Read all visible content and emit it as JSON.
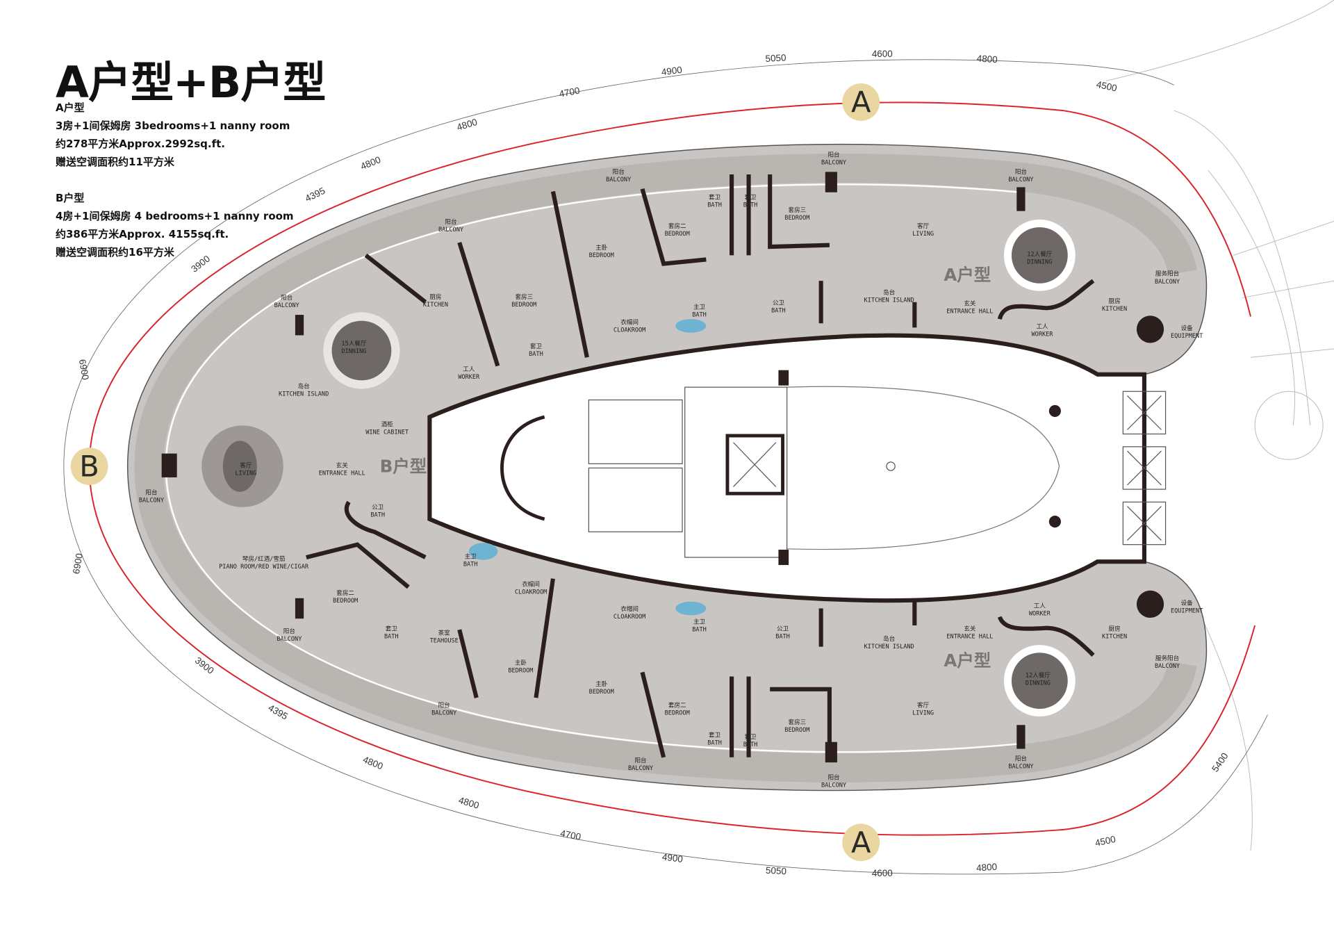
{
  "title": "A户型+B户型",
  "unit_a": {
    "heading": "A户型",
    "rooms": "3房+1间保姆房 3bedrooms+1 nanny room",
    "area": "约278平方米Approx.2992sq.ft.",
    "bonus": "赠送空调面积约11平方米"
  },
  "unit_b": {
    "heading": "B户型",
    "rooms": "4房+1间保姆房 4 bedrooms+1 nanny room",
    "area": "约386平方米Approx. 4155sq.ft.",
    "bonus": "赠送空调面积约16平方米"
  },
  "markers": [
    "A",
    "A",
    "B"
  ],
  "unit_tags": [
    "A户型",
    "B户型",
    "A户型"
  ],
  "dimensions": [
    "4395",
    "4800",
    "4800",
    "4700",
    "4900",
    "5050",
    "4600",
    "4800",
    "4500",
    "3900",
    "6900",
    "6900",
    "3900",
    "4395",
    "4800",
    "4800",
    "4700",
    "4900",
    "5050",
    "4600",
    "4800",
    "4500",
    "5400"
  ],
  "rooms": [
    {
      "cn": "阳台",
      "en": "BALCONY"
    },
    {
      "cn": "阳台",
      "en": "BALCONY"
    },
    {
      "cn": "阳台",
      "en": "BALCONY"
    },
    {
      "cn": "阳台",
      "en": "BALCONY"
    },
    {
      "cn": "阳台",
      "en": "BALCONY"
    },
    {
      "cn": "客厅",
      "en": "LIVING"
    },
    {
      "cn": "12人餐厅",
      "en": "DINNING"
    },
    {
      "cn": "服务阳台",
      "en": "BALCONY"
    },
    {
      "cn": "岛台",
      "en": "KITCHEN ISLAND"
    },
    {
      "cn": "玄关",
      "en": "ENTRANCE HALL"
    },
    {
      "cn": "厨房",
      "en": "KITCHEN"
    },
    {
      "cn": "工人",
      "en": "WORKER"
    },
    {
      "cn": "设备",
      "en": "EQUIPMENT"
    },
    {
      "cn": "套房三",
      "en": "BEDROOM"
    },
    {
      "cn": "套卫",
      "en": "BATH"
    },
    {
      "cn": "套卫",
      "en": "BATH"
    },
    {
      "cn": "套房二",
      "en": "BEDROOM"
    },
    {
      "cn": "主卧",
      "en": "BEDROOM"
    },
    {
      "cn": "主卫",
      "en": "BATH"
    },
    {
      "cn": "公卫",
      "en": "BATH"
    },
    {
      "cn": "衣帽间",
      "en": "CLOAKROOM"
    },
    {
      "cn": "套房三",
      "en": "BEDROOM"
    },
    {
      "cn": "套卫",
      "en": "BATH"
    },
    {
      "cn": "厨房",
      "en": "KITCHEN"
    },
    {
      "cn": "15人餐厅",
      "en": "DINNING"
    },
    {
      "cn": "岛台",
      "en": "KITCHEN ISLAND"
    },
    {
      "cn": "工人",
      "en": "WORKER"
    },
    {
      "cn": "酒柜",
      "en": "WINE CABINET"
    },
    {
      "cn": "客厅",
      "en": "LIVING"
    },
    {
      "cn": "玄关",
      "en": "ENTRANCE HALL"
    },
    {
      "cn": "阳台",
      "en": "BALCONY"
    },
    {
      "cn": "公卫",
      "en": "BATH"
    },
    {
      "cn": "主卫",
      "en": "BATH"
    },
    {
      "cn": "琴房/红酒/雪茄",
      "en": "PIANO ROOM/RED WINE/CIGAR"
    },
    {
      "cn": "套房二",
      "en": "BEDROOM"
    },
    {
      "cn": "套卫",
      "en": "BATH"
    },
    {
      "cn": "阳台",
      "en": "BALCONY"
    },
    {
      "cn": "茶室",
      "en": "TEAHOUSE"
    },
    {
      "cn": "衣帽间",
      "en": "CLOAKROOM"
    },
    {
      "cn": "主卧",
      "en": "BEDROOM"
    },
    {
      "cn": "阳台",
      "en": "BALCONY"
    },
    {
      "cn": "主卧",
      "en": "BEDROOM"
    },
    {
      "cn": "衣帽间",
      "en": "CLOAKROOM"
    },
    {
      "cn": "主卫",
      "en": "BATH"
    },
    {
      "cn": "公卫",
      "en": "BATH"
    },
    {
      "cn": "套房二",
      "en": "BEDROOM"
    },
    {
      "cn": "套卫",
      "en": "BATH"
    },
    {
      "cn": "套卫",
      "en": "BATH"
    },
    {
      "cn": "套房三",
      "en": "BEDROOM"
    },
    {
      "cn": "阳台",
      "en": "BALCONY"
    },
    {
      "cn": "阳台",
      "en": "BALCONY"
    },
    {
      "cn": "岛台",
      "en": "KITCHEN ISLAND"
    },
    {
      "cn": "玄关",
      "en": "ENTRANCE HALL"
    },
    {
      "cn": "客厅",
      "en": "LIVING"
    },
    {
      "cn": "12人餐厅",
      "en": "DINNING"
    },
    {
      "cn": "工人",
      "en": "WORKER"
    },
    {
      "cn": "厨房",
      "en": "KITCHEN"
    },
    {
      "cn": "设备",
      "en": "EQUIPMENT"
    },
    {
      "cn": "服务阳台",
      "en": "BALCONY"
    },
    {
      "cn": "阳台",
      "en": "BALCONY"
    }
  ],
  "colors": {
    "wall": "#2b1f1d",
    "floor": "#c8c5c2",
    "balcony": "#bcb9b5",
    "red_line": "#d9232d",
    "marker": "#e9d6a0",
    "water": "#6fb3d2"
  }
}
